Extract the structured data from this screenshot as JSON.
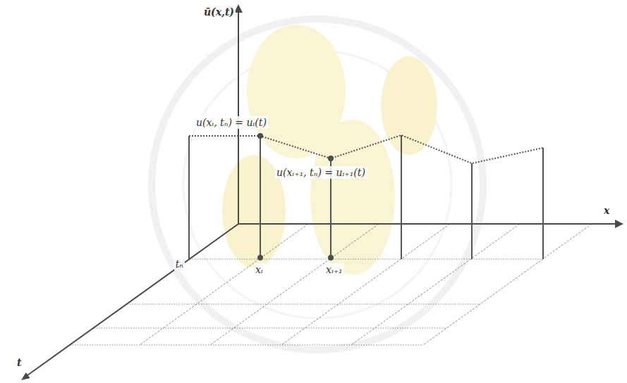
{
  "diagram": {
    "labels": [
      "ū(x,t)",
      "u(xᵢ, tₙ) = uᵢ(t)",
      "u(xᵢ₊₁, tₙ) = uᵢ₊₁(t)",
      "x",
      "xᵢ",
      "xᵢ₊₁",
      "tₙ",
      "t"
    ]
  }
}
